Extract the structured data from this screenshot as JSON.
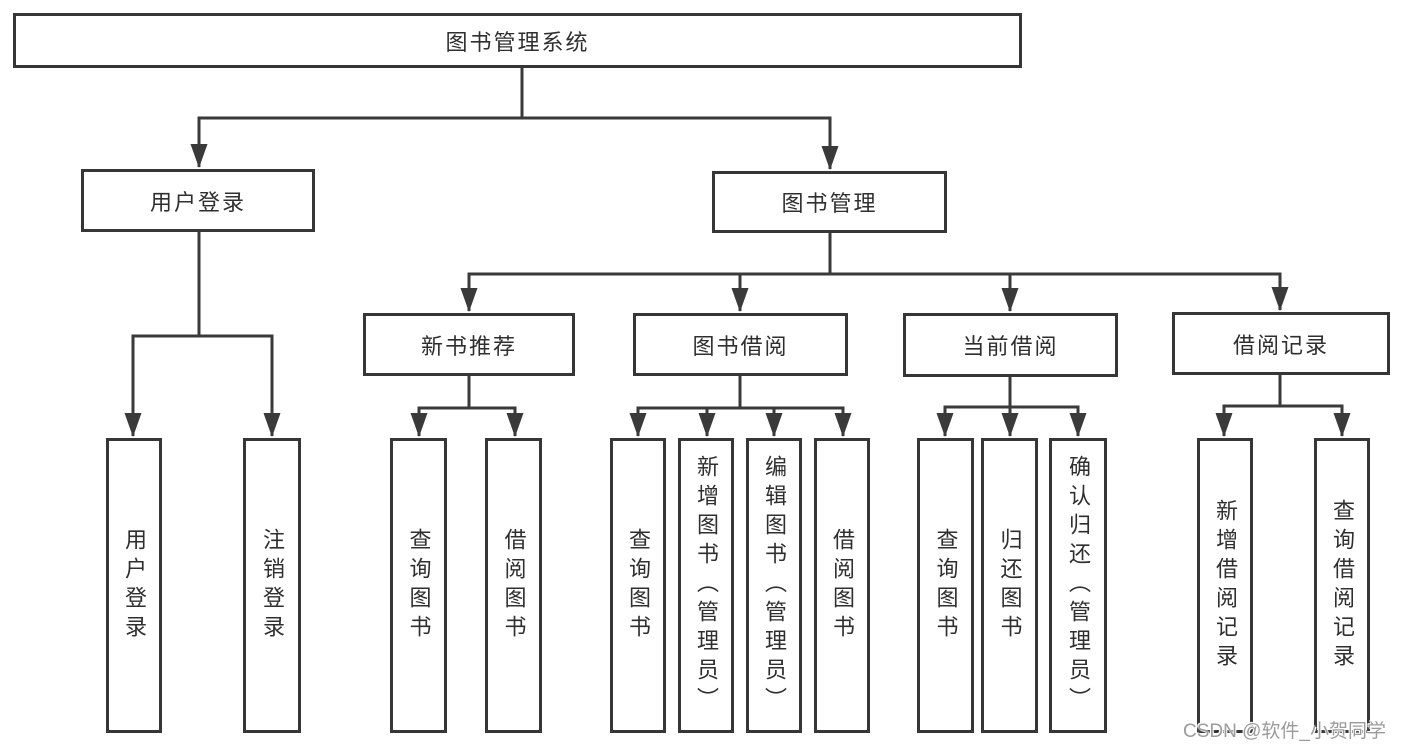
{
  "diagram": {
    "root_label": "图书管理系统",
    "level2": [
      {
        "label": "用户登录",
        "children": [
          "用户登录",
          "注销登录"
        ]
      },
      {
        "label": "图书管理"
      }
    ],
    "level3": [
      {
        "label": "新书推荐",
        "children": [
          "查询图书",
          "借阅图书"
        ]
      },
      {
        "label": "图书借阅",
        "children": [
          "查询图书",
          "新增图书（管理员）",
          "编辑图书（管理员）",
          "借阅图书"
        ]
      },
      {
        "label": "当前借阅",
        "children": [
          "查询图书",
          "归还图书",
          "确认归还（管理员）"
        ]
      },
      {
        "label": "借阅记录",
        "children": [
          "新增借阅记录",
          "查询借阅记录"
        ]
      }
    ]
  },
  "watermark": {
    "text": "CSDN @软件_小贺同学"
  },
  "colors": {
    "line": "#3a3a3a",
    "text": "#2f2f2f",
    "background": "#ffffff",
    "watermark": "#9c9c9c"
  }
}
